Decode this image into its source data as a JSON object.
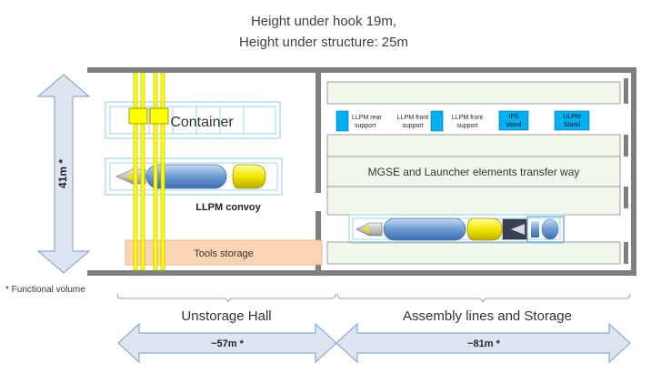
{
  "header": {
    "line1": "Height under hook 19m,",
    "line2": "Height under structure: 25m"
  },
  "vertical_dimension": {
    "label": "41m *"
  },
  "footnote": "* Functional volume",
  "unstorage_hall": {
    "container_label": "Container",
    "convoy_label": "LLPM convoy",
    "tools_storage_label": "Tools storage",
    "section_label": "Unstorage Hall",
    "width_label": "~57m *"
  },
  "assembly": {
    "supports": [
      {
        "line1": "LLPM rear",
        "line2": "support"
      },
      {
        "line1": "LLPM front",
        "line2": "support"
      },
      {
        "line1": "LLPM front",
        "line2": "support"
      },
      {
        "line1": "IFS",
        "line2": "stand"
      },
      {
        "line1": "ULPM",
        "line2": "Stand"
      }
    ],
    "transfer_way_label": "MGSE and Launcher elements transfer way",
    "section_label": "Assembly lines and Storage",
    "width_label": "~81m *"
  },
  "colors": {
    "wall": "#7f7f7f",
    "yellow": "#ffff00",
    "support_blue": "#00b0f0",
    "tools_fill": "#fbd5b5",
    "lane_fill": "#f2f7ee",
    "arrow_fill": "#dce6f2",
    "arrow_stroke": "#8eaacc"
  }
}
